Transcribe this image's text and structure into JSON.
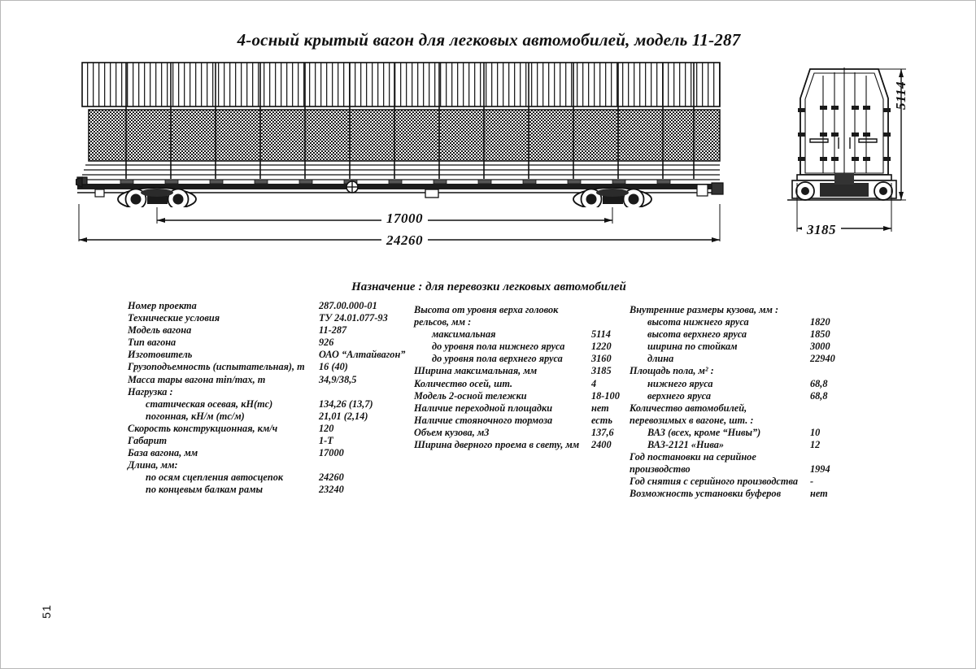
{
  "document": {
    "title": "4-осный крытый вагон для легковых автомобилей, модель 11-287",
    "purpose": "Назначение : для перевозки легковых автомобилей",
    "page_number": "51"
  },
  "drawing": {
    "dimensions": {
      "wheelbase": "17000",
      "overall_length": "24260",
      "max_width": "3185",
      "max_height": "5114"
    }
  },
  "specs": {
    "left_column": [
      {
        "label": "Номер проекта",
        "value": "287.00.000-01",
        "indent": 0
      },
      {
        "label": "Технические условия",
        "value": "ТУ 24.01.077-93",
        "indent": 0
      },
      {
        "label": "Модель вагона",
        "value": "11-287",
        "indent": 0
      },
      {
        "label": "Тип вагона",
        "value": "926",
        "indent": 0
      },
      {
        "label": "Изготовитель",
        "value": "ОАО “Алтайвагон”",
        "indent": 0
      },
      {
        "label": "Грузоподъемность (испытательная), т",
        "value": "16 (40)",
        "indent": 0
      },
      {
        "label": "Масса тары вагона min/max, т",
        "value": "34,9/38,5",
        "indent": 0
      },
      {
        "label": "Нагрузка :",
        "value": "",
        "indent": 0
      },
      {
        "label": "статическая осевая, кН(тс)",
        "value": "134,26 (13,7)",
        "indent": 1
      },
      {
        "label": "погонная, кН/м (тс/м)",
        "value": "21,01 (2,14)",
        "indent": 1
      },
      {
        "label": "Скорость конструкционная, км/ч",
        "value": "120",
        "indent": 0
      },
      {
        "label": "Габарит",
        "value": "1-Т",
        "indent": 0
      },
      {
        "label": "База вагона, мм",
        "value": "17000",
        "indent": 0
      },
      {
        "label": "Длина, мм:",
        "value": "",
        "indent": 0
      },
      {
        "label": "по осям сцепления автосцепок",
        "value": "24260",
        "indent": 1
      },
      {
        "label": "по концевым балкам рамы",
        "value": "23240",
        "indent": 1
      }
    ],
    "middle_column": [
      {
        "label": "Высота от уровня верха головок",
        "value": "",
        "indent": 0
      },
      {
        "label": "рельсов, мм :",
        "value": "",
        "indent": 0
      },
      {
        "label": "максимальная",
        "value": "5114",
        "indent": 1
      },
      {
        "label": "до уровня пола нижнего яруса",
        "value": "1220",
        "indent": 1
      },
      {
        "label": "до уровня пола верхнего яруса",
        "value": "3160",
        "indent": 1
      },
      {
        "label": "Ширина максимальная, мм",
        "value": "3185",
        "indent": 0
      },
      {
        "label": "Количество осей, шт.",
        "value": "4",
        "indent": 0
      },
      {
        "label": "Модель 2-осной тележки",
        "value": "18-100",
        "indent": 0
      },
      {
        "label": "Наличие переходной площадки",
        "value": "нет",
        "indent": 0
      },
      {
        "label": "Наличие стояночного тормоза",
        "value": "есть",
        "indent": 0
      },
      {
        "label": "Объем кузова, м3",
        "value": "137,6",
        "indent": 0
      },
      {
        "label": "Ширина дверного проема в свету, мм",
        "value": "2400",
        "indent": 0
      }
    ],
    "right_column": [
      {
        "label": "Внутренние размеры кузова, мм :",
        "value": "",
        "indent": 0
      },
      {
        "label": "высота нижнего яруса",
        "value": "1820",
        "indent": 1
      },
      {
        "label": "высота верхнего яруса",
        "value": "1850",
        "indent": 1
      },
      {
        "label": "ширина по стойкам",
        "value": "3000",
        "indent": 1
      },
      {
        "label": "длина",
        "value": "22940",
        "indent": 1
      },
      {
        "label": "Площадь пола, м² :",
        "value": "",
        "indent": 0
      },
      {
        "label": "нижнего яруса",
        "value": "68,8",
        "indent": 1
      },
      {
        "label": "верхнего яруса",
        "value": "68,8",
        "indent": 1
      },
      {
        "label": "Количество автомобилей,",
        "value": "",
        "indent": 0
      },
      {
        "label": "перевозимых в вагоне, шт. :",
        "value": "",
        "indent": 0
      },
      {
        "label": "ВАЗ (всех, кроме “Нивы”)",
        "value": "10",
        "indent": 1
      },
      {
        "label": "ВАЗ-2121 «Нива»",
        "value": "12",
        "indent": 1
      },
      {
        "label": "Год постановки на серийное",
        "value": "",
        "indent": 0
      },
      {
        "label": "производство",
        "value": "1994",
        "indent": 0
      },
      {
        "label": "Год снятия с серийного производства",
        "value": "-",
        "indent": 0
      },
      {
        "label": "Возможность установки буферов",
        "value": "нет",
        "indent": 0
      }
    ]
  }
}
